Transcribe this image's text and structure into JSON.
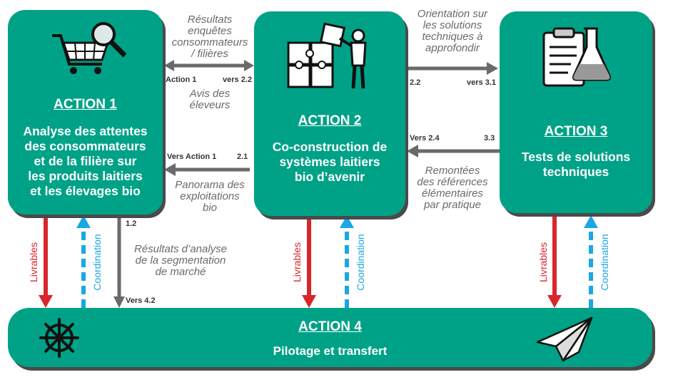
{
  "actions": {
    "a1": {
      "title": "ACTION 1",
      "desc": [
        "Analyse des attentes",
        "des consommateurs",
        "et de la filière sur",
        "les produits laitiers",
        "et les élevages bio"
      ]
    },
    "a2": {
      "title": "ACTION 2",
      "desc": [
        "Co-construction de",
        "systèmes laitiers",
        "bio d’avenir"
      ]
    },
    "a3": {
      "title": "ACTION 3",
      "desc": [
        "Tests de solutions",
        "techniques"
      ]
    },
    "a4": {
      "title": "ACTION 4",
      "desc": "Pilotage et transfert"
    }
  },
  "flows": {
    "f1_note_top": [
      "Résultats",
      "enquêtes",
      "consommateurs",
      "/ filières"
    ],
    "f1_left_tag": "Action 1",
    "f1_right_tag": "vers 2.2",
    "f1_note_bottom": [
      "Avis des",
      "éleveurs"
    ],
    "f2_left_tag": "Vers Action 1",
    "f2_right_tag": "2.1",
    "f2_note": [
      "Panorama des",
      "exploitations",
      "bio"
    ],
    "f3_note": [
      "Orientation sur",
      "les solutions",
      "techniques à",
      "approfondir"
    ],
    "f3_left_tag": "2.2",
    "f3_right_tag": "vers 3.1",
    "f4_left_tag": "Vers 2.4",
    "f4_right_tag": "3.3",
    "f4_note": [
      "Remontées",
      "des références",
      "élémentaires",
      "par pratique"
    ],
    "f5_top_tag": "1.2",
    "f5_note": [
      "Résultats d’analyse",
      "de la segmentation",
      "de marché"
    ],
    "f5_bottom_tag": "Vers 4.2"
  },
  "vertical": {
    "livrables": "Livrables",
    "coordination": "Coordination"
  },
  "colors": {
    "box": "#00a287",
    "livrables": "#d9262c",
    "coordination": "#1aa7e6",
    "flow": "#6a6a6a"
  },
  "icons": [
    "shopping-cart-magnifier-icon",
    "puzzle-person-icon",
    "clipboard-flask-icon",
    "ship-wheel-icon",
    "paper-plane-icon"
  ]
}
